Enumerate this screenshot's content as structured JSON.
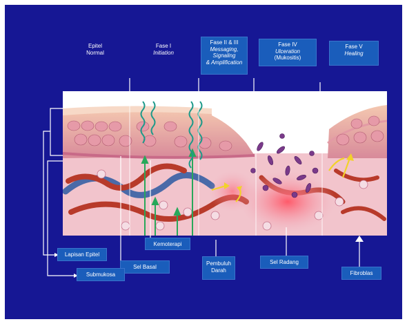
{
  "background_color": "#161794",
  "label_box_color": "#1a5dbb",
  "phases": [
    {
      "name": "Epitel",
      "subtitle": "Normal"
    },
    {
      "name": "Fase I",
      "subtitle": "Initiation"
    },
    {
      "name": "Fase II & III",
      "subtitle_lines": [
        "Messaging,",
        "Signaling",
        "& Amplification"
      ]
    },
    {
      "name": "Fase IV",
      "subtitle": "Ulceration",
      "note": "(Mukositis)"
    },
    {
      "name": "Fase V",
      "subtitle": "Healing"
    }
  ],
  "bottom_labels": {
    "kemoterapi": "Kemoterapi",
    "lapisan_epitel": "Lapisan Epitel",
    "sel_basal": "Sel Basal",
    "pembuluh_darah": [
      "Pembuluh",
      "Darah"
    ],
    "sel_radang": "Sel Radang",
    "submukosa": "Submukosa",
    "fibroblas": "Fibroblas"
  }
}
